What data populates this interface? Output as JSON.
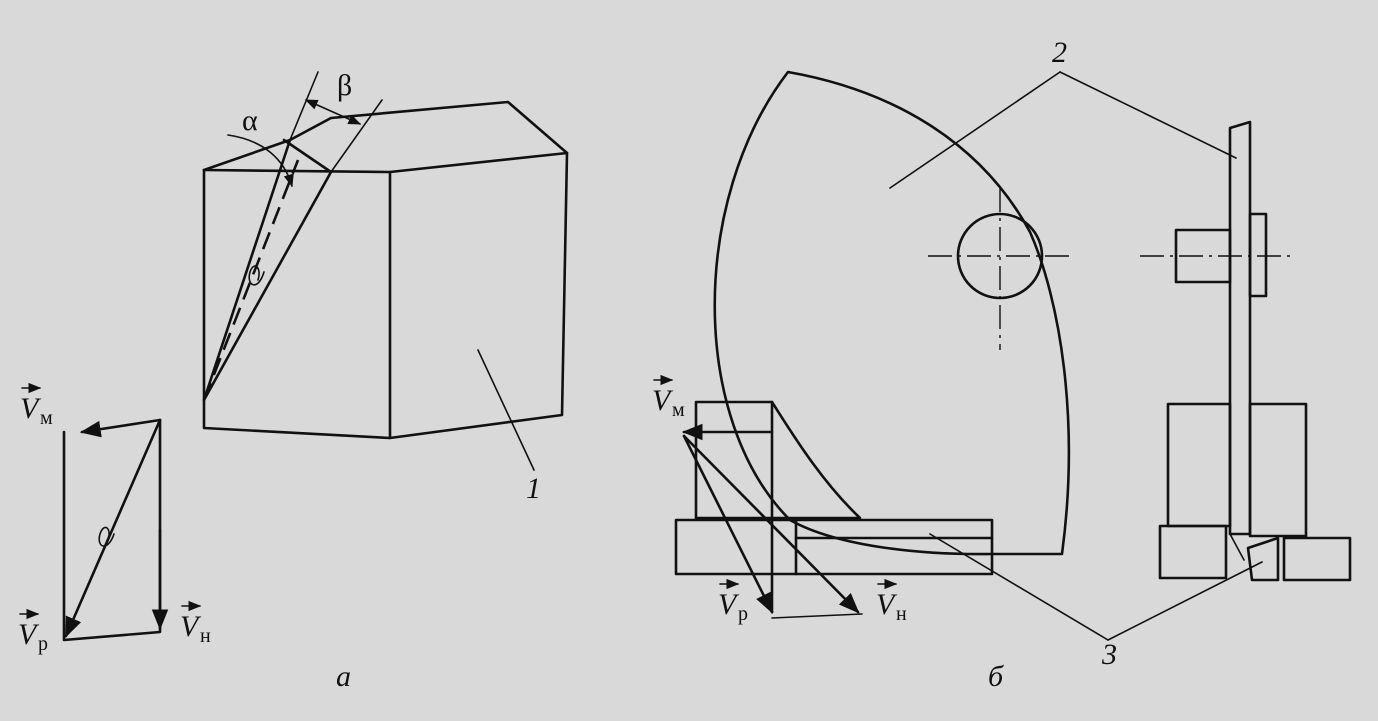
{
  "panel_a": {
    "caption": "а",
    "part_label": "1",
    "angle_alpha": "α",
    "angle_beta": "β",
    "angle_delta": "δ",
    "vectors": {
      "vm": {
        "sym": "V",
        "sub": "м"
      },
      "vp": {
        "sym": "V",
        "sub": "р"
      },
      "vn": {
        "sym": "V",
        "sub": "н"
      }
    }
  },
  "panel_b": {
    "caption": "б",
    "label_2": "2",
    "label_3": "3",
    "vectors": {
      "vm": {
        "sym": "V",
        "sub": "м"
      },
      "vp": {
        "sym": "V",
        "sub": "р"
      },
      "vn": {
        "sym": "V",
        "sub": "н"
      }
    }
  }
}
